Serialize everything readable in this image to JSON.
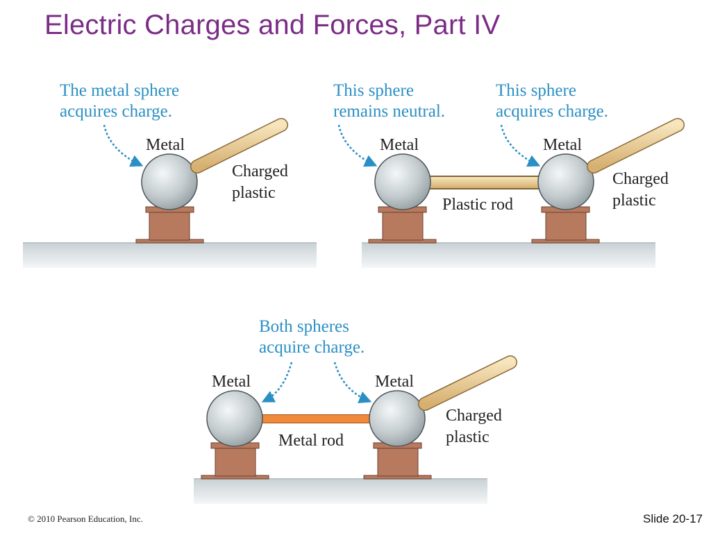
{
  "slide": {
    "title": "Electric Charges and Forces, Part IV",
    "copyright": "© 2010 Pearson Education, Inc.",
    "slide_number": "Slide 20-17"
  },
  "colors": {
    "title": "#7b2c86",
    "callout": "#2a8fc4",
    "sphere": "#c4cccf",
    "stand": "#b77a5f",
    "plastic_rod": "#e8c98c",
    "metal_rod": "#f08a3a",
    "ground": "#dde3e6"
  },
  "panels": {
    "panel1": {
      "callout_line1": "The metal sphere",
      "callout_line2": "acquires charge.",
      "sphere_label": "Metal",
      "rod_label_line1": "Charged",
      "rod_label_line2": "plastic"
    },
    "panel2": {
      "callout_left_line1": "This sphere",
      "callout_left_line2": "remains neutral.",
      "callout_right_line1": "This sphere",
      "callout_right_line2": "acquires charge.",
      "sphere_left_label": "Metal",
      "sphere_right_label": "Metal",
      "connector_label": "Plastic rod",
      "rod_label_line1": "Charged",
      "rod_label_line2": "plastic"
    },
    "panel3": {
      "callout_line1": "Both spheres",
      "callout_line2": "acquire charge.",
      "sphere_left_label": "Metal",
      "sphere_right_label": "Metal",
      "connector_label": "Metal rod",
      "rod_label_line1": "Charged",
      "rod_label_line2": "plastic"
    }
  }
}
